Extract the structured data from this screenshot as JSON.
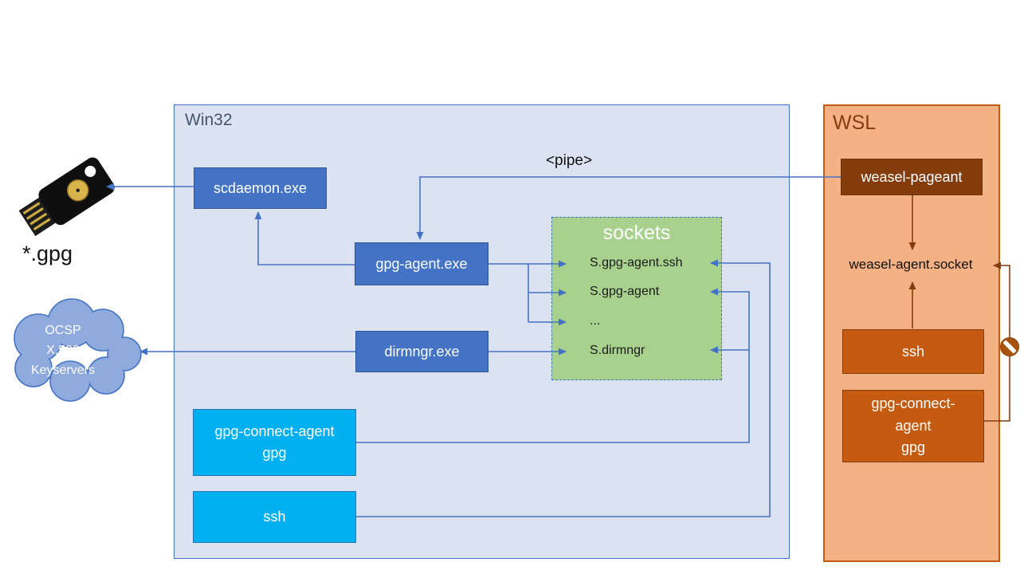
{
  "labels": {
    "pipe": "<pipe>",
    "gpg_files": "*.gpg"
  },
  "cloud": {
    "lines": [
      "OCSP",
      "X.509",
      "Keyservers"
    ]
  },
  "win32": {
    "title": "Win32",
    "nodes": {
      "scdaemon": "scdaemon.exe",
      "gpg_agent": "gpg-agent.exe",
      "dirmngr": "dirmngr.exe",
      "gpg_connect_agent": "gpg-connect-agent\ngpg",
      "ssh": "ssh"
    },
    "sockets": {
      "title": "sockets",
      "entries": [
        "S.gpg-agent.ssh",
        "S.gpg-agent",
        "...",
        "S.dirmngr"
      ]
    }
  },
  "wsl": {
    "title": "WSL",
    "nodes": {
      "weasel_pageant": "weasel-pageant",
      "weasel_agent_socket": "weasel-agent.socket",
      "ssh": "ssh",
      "gpg_connect_agent": "gpg-connect-\nagent\ngpg"
    }
  },
  "icons": {
    "usb_key": "usb-security-key-icon",
    "no_entry": "no-entry-icon",
    "cloud": "keyserver-cloud-shape"
  },
  "colors": {
    "win32_fill": "#dbe3f3",
    "win32_border": "#4472c4",
    "node_blue_fill": "#4472c4",
    "node_blue_border": "#2f5597",
    "node_cyan_fill": "#00b0f0",
    "node_cyan_border": "#2e75b6",
    "sockets_fill": "#a9d18e",
    "wsl_fill": "#f4b183",
    "wsl_border": "#c55a11",
    "node_dark_brown_fill": "#843c0c",
    "node_orange_fill": "#c55a11",
    "line_blue": "#4472c4",
    "line_brown": "#843c0c",
    "cloud_fill": "#8faadc"
  }
}
